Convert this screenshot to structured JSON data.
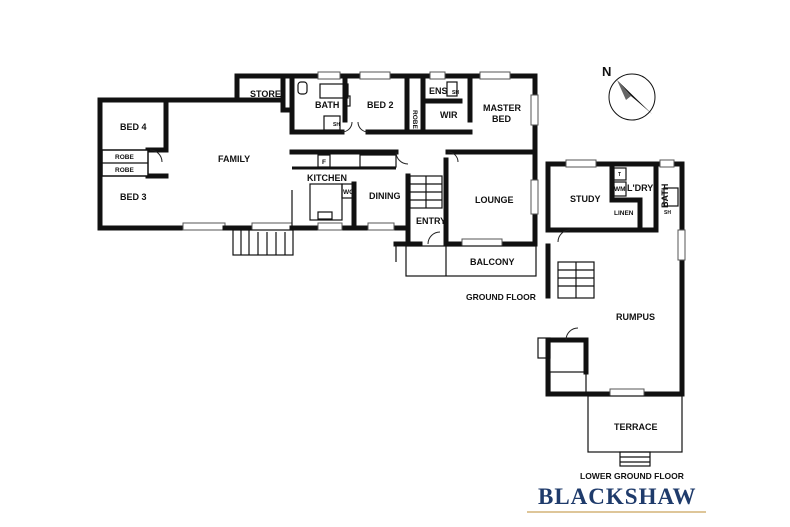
{
  "rooms": {
    "bed4": "BED 4",
    "robe1": "ROBE",
    "robe2": "ROBE",
    "bed3": "BED 3",
    "family": "FAMILY",
    "store": "STORE",
    "bath1": "BATH",
    "sh1": "SH",
    "bed2": "BED 2",
    "robe3": "ROBE",
    "ens": "ENS",
    "sh2": "SH",
    "wir": "WIR",
    "master_bed_line1": "MASTER",
    "master_bed_line2": "BED",
    "fridge": "F",
    "kitchen": "KITCHEN",
    "wo": "WO",
    "dining": "DINING",
    "entry": "ENTRY",
    "lounge": "LOUNGE",
    "balcony": "BALCONY",
    "study": "STUDY",
    "wm": "WM",
    "t": "T",
    "laundry": "L'DRY",
    "linen": "LINEN",
    "bath2": "BATH",
    "sh3": "SH",
    "rumpus": "RUMPUS",
    "terrace": "TERRACE"
  },
  "floors": {
    "ground": "GROUND FLOOR",
    "lower": "LOWER GROUND FLOOR"
  },
  "compass": {
    "label": "N",
    "icon": "north-arrow-icon"
  },
  "brand": {
    "name": "BLACKSHAW",
    "color": "#1f3b6b",
    "rule_color": "#c9a45c"
  }
}
